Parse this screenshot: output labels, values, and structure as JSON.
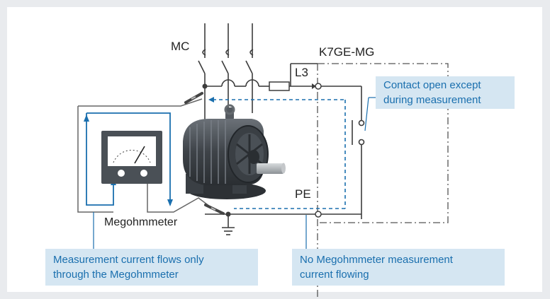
{
  "labels": {
    "contactor": "MC",
    "device": "K7GE-MG",
    "line": "L3",
    "earth": "PE",
    "instrument": "Megohmmeter"
  },
  "callouts": {
    "contact": [
      "Contact open except",
      "during measurement"
    ],
    "left": [
      "Measurement current flows only",
      "through the Megohmmeter"
    ],
    "right": [
      "No Megohmmeter measurement",
      "current flowing"
    ]
  },
  "colors": {
    "accent": "#1a6fae",
    "callout_bg": "#d5e6f2",
    "wire": "#3c3c3c",
    "motor": "#4a4f55"
  },
  "icons": [
    "motor-image",
    "megohmmeter-icon",
    "ground-symbol",
    "contact-switch",
    "resistor-symbol",
    "test-probe"
  ]
}
